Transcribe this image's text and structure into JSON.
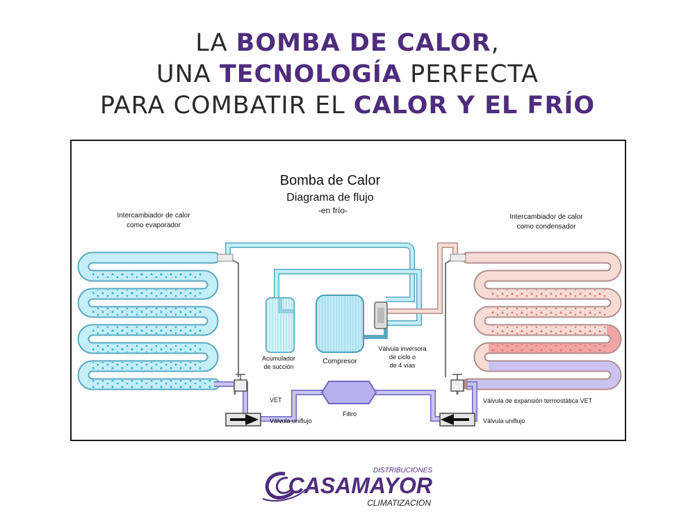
{
  "headline": {
    "line1_a": "LA ",
    "line1_b": "BOMBA DE CALOR",
    "line1_c": ",",
    "line2_a": "UNA ",
    "line2_b": "TECNOLOGÍA",
    "line2_c": " PERFECTA",
    "line3_a": "PARA COMBATIR EL ",
    "line3_b": "CALOR Y EL FRÍO"
  },
  "diagram": {
    "title": "Bomba de Calor",
    "subtitle": "Diagrama de flujo",
    "mode": "-en frío-",
    "left_exchanger_1": "Intercambiador de calor",
    "left_exchanger_2": "como evaporador",
    "right_exchanger_1": "Intercambiador de calor",
    "right_exchanger_2": "como condensador",
    "accumulator_1": "Acumulador",
    "accumulator_2": "de succión",
    "compressor": "Compresor",
    "reversing_1": "Válvula inversora",
    "reversing_2": "de ciclo o",
    "reversing_3": "de 4 vías",
    "vet_left": "VET",
    "check_valve_left": "Válvula uniflujo",
    "filter": "Filtro",
    "vet_right": "Válvula de expansión termostática VET",
    "check_valve_right": "Válvula uniflujo"
  },
  "logo": {
    "top": "DISTRIBUCIONES",
    "name": "CASAMAYOR",
    "bottom": "CLIMATIZACION"
  },
  "colors": {
    "accent_purple": "#4e2c7e",
    "cold_coil": "#8fd4e8",
    "hot_coil": "#f0b3b3",
    "liquid_line": "#a9a2e6"
  }
}
